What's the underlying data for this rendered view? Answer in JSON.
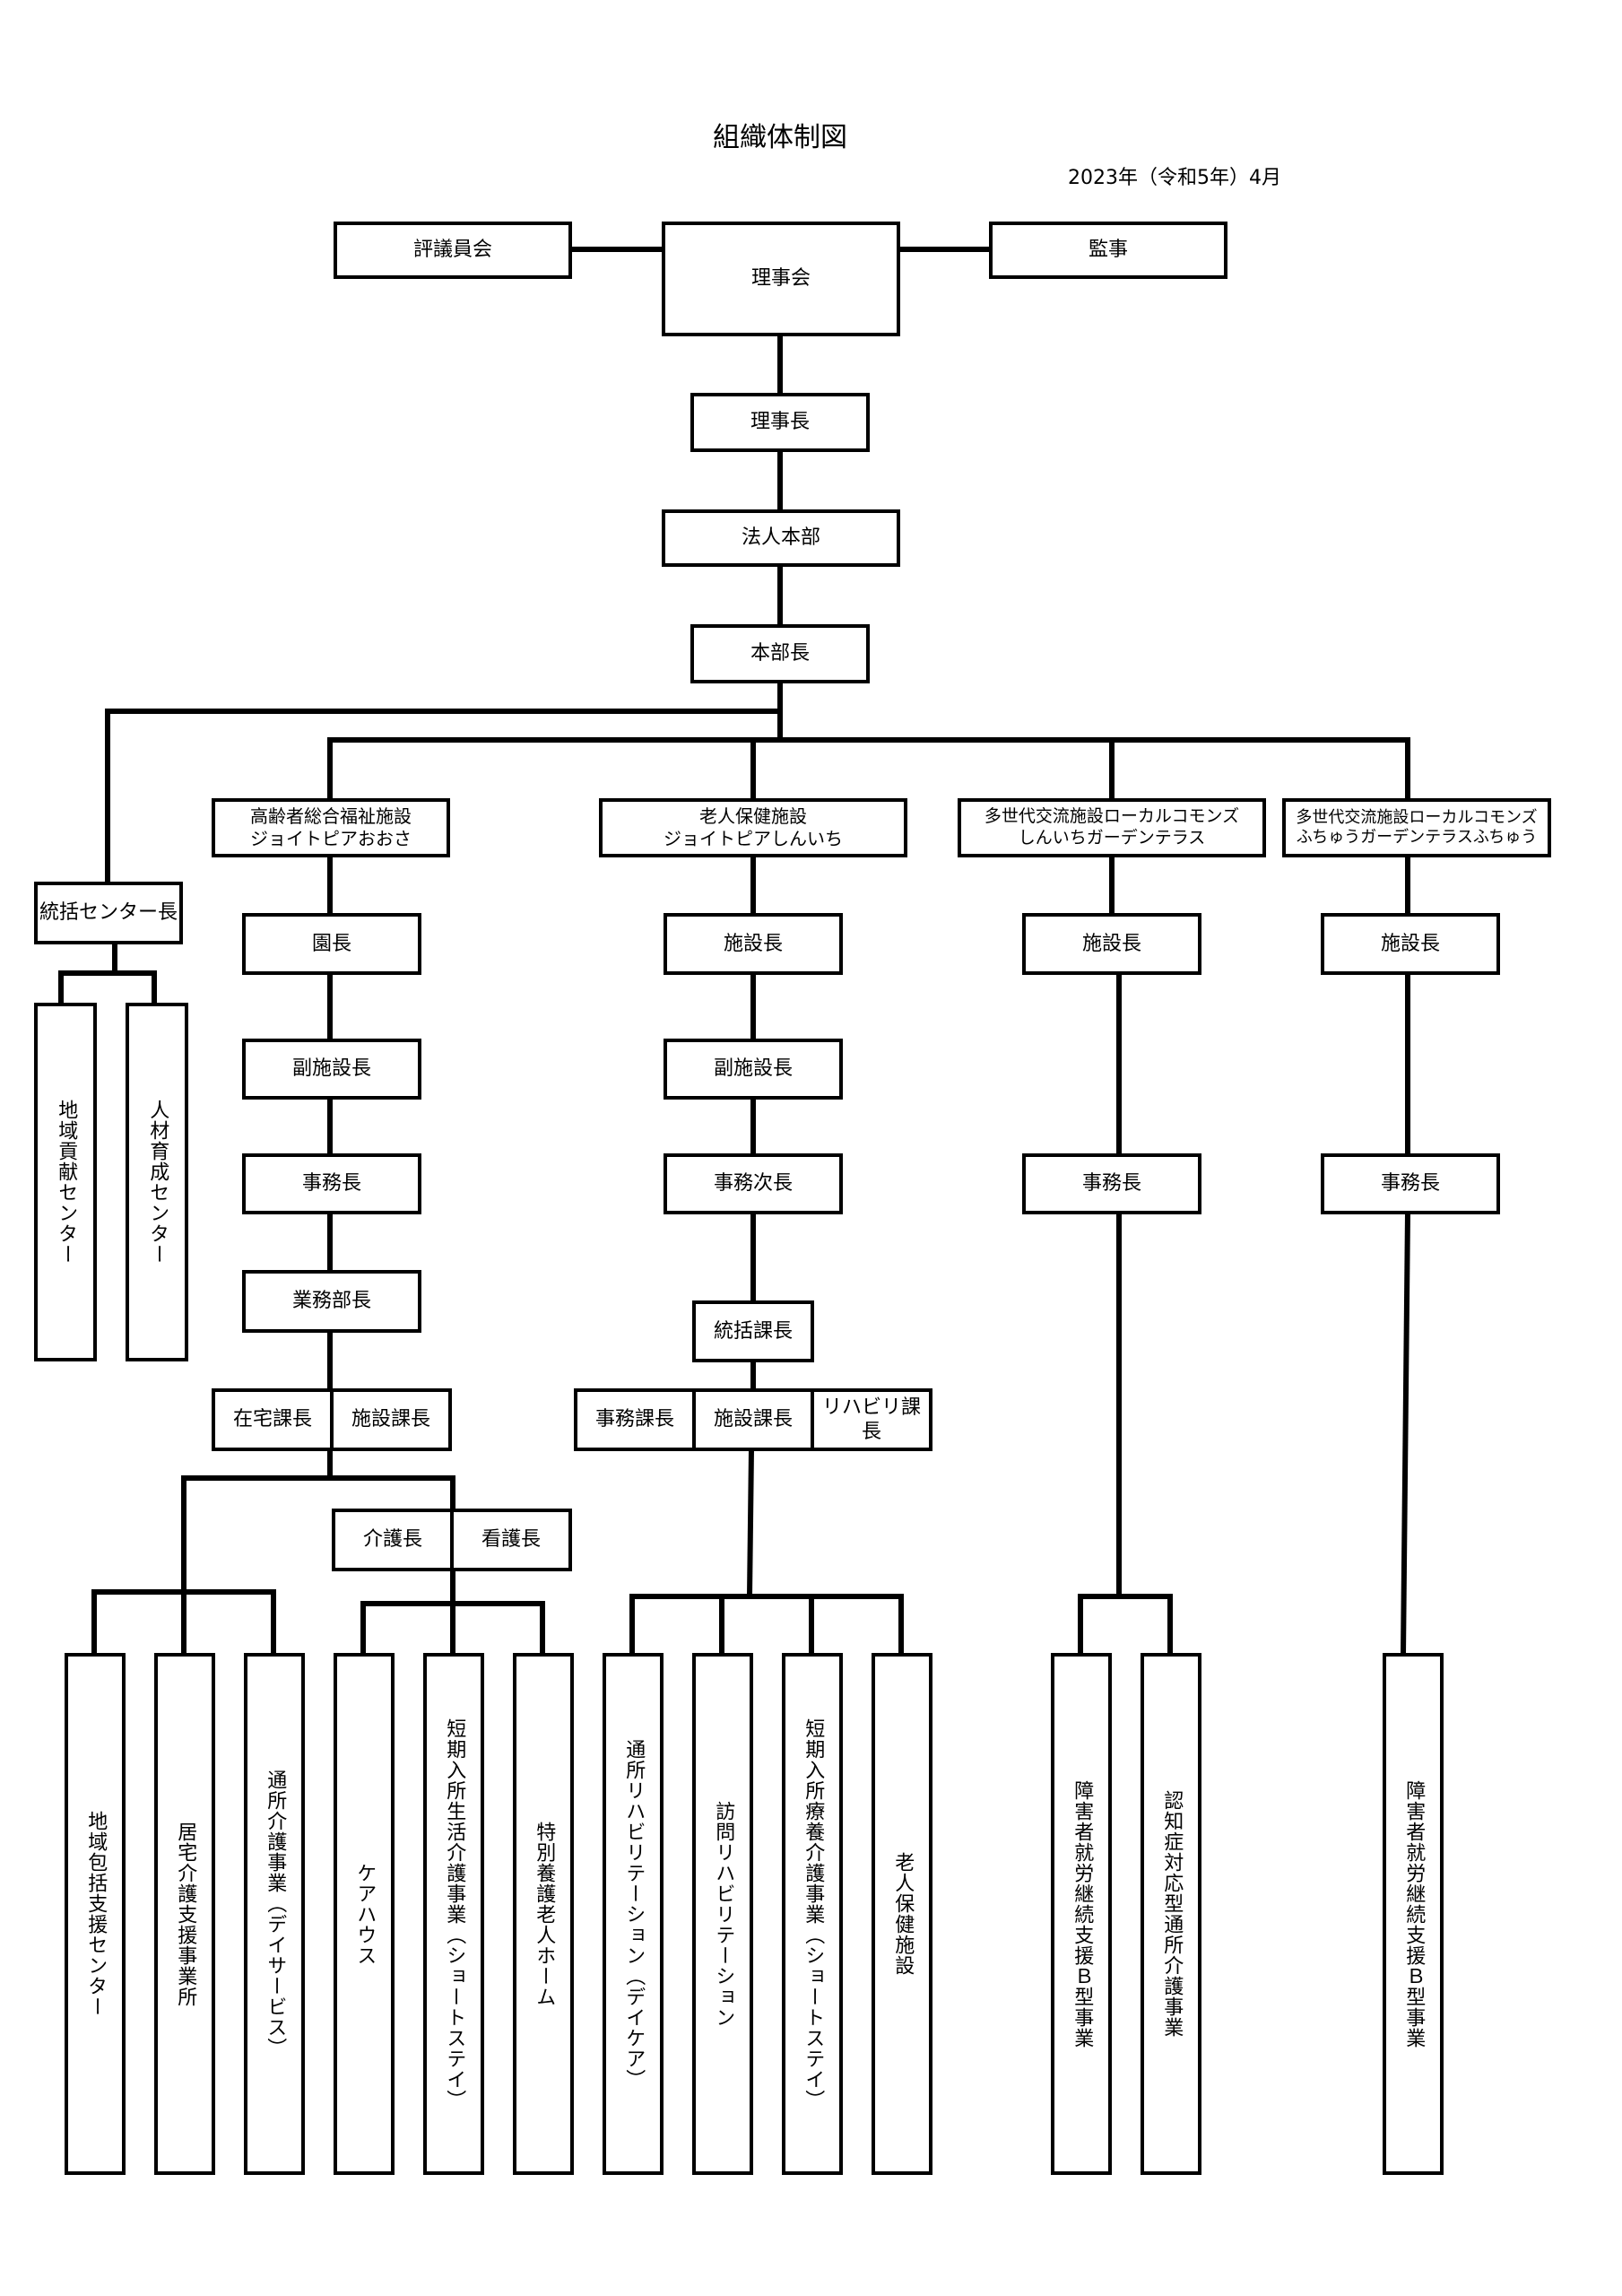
{
  "header": {
    "title": "組織体制図",
    "date": "2023年（令和5年）4月"
  },
  "top": {
    "council": "評議員会",
    "board": "理事会",
    "auditor": "監事",
    "chairman": "理事長",
    "hq": "法人本部",
    "hq_head": "本部長"
  },
  "left": {
    "head": "統括センター長",
    "units": [
      "地域貢献センター",
      "人材育成センター"
    ]
  },
  "facilities": [
    {
      "name": "高齢者総合福祉施設\nジョイトピアおおさ",
      "chain": [
        "園長",
        "副施設長",
        "事務長",
        "業務部長"
      ],
      "managers": [
        "在宅課長",
        "施設課長"
      ],
      "sub_managers": [
        "介護長",
        "看護長"
      ],
      "services": [
        "地域包括支援センター",
        "居宅介護支援事業所",
        "通所介護事業（デイサービス）",
        "ケアハウス",
        "短期入所生活介護事業（ショートステイ）",
        "特別養護老人ホーム"
      ]
    },
    {
      "name": "老人保健施設\nジョイトピアしんいち",
      "chain": [
        "施設長",
        "副施設長",
        "事務次長",
        "統括課長"
      ],
      "managers": [
        "事務課長",
        "施設課長",
        "リハビリ課長"
      ],
      "services": [
        "通所リハビリテーション（デイケア）",
        "訪問リハビリテーション",
        "短期入所療養介護事業（ショートステイ）",
        "老人保健施設"
      ]
    },
    {
      "name": "多世代交流施設ローカルコモンズ\nしんいちガーデンテラス",
      "chain": [
        "施設長",
        "事務長"
      ],
      "services": [
        "障害者就労継続支援Ｂ型事業",
        "認知症対応型通所介護事業"
      ]
    },
    {
      "name": "多世代交流施設ローカルコモンズ\nふちゅうガーデンテラスふちゅう",
      "chain": [
        "施設長",
        "事務長"
      ],
      "services": [
        "障害者就労継続支援Ｂ型事業"
      ]
    }
  ]
}
